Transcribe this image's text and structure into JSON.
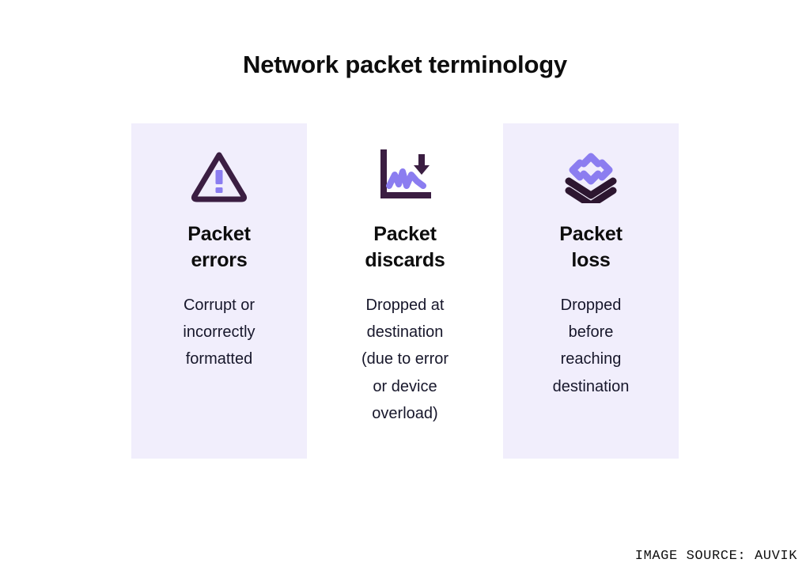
{
  "header": {
    "title": "Network packet terminology"
  },
  "colors": {
    "page_background": "#ffffff",
    "card_background": "#f1eefc",
    "icon_dark": "#3b1e42",
    "icon_accent": "#8b7df0",
    "heading_text": "#0d0d0d",
    "body_text": "#17172b",
    "footer_text": "#111111"
  },
  "cards": [
    {
      "icon": "warning-triangle-icon",
      "shaded": true,
      "heading": "Packet\nerrors",
      "body": "Corrupt or\nincorrectly\nformatted"
    },
    {
      "icon": "declining-chart-down-arrow-icon",
      "shaded": false,
      "heading": "Packet\ndiscards",
      "body": "Dropped at\ndestination\n(due to error\nor device\noverload)"
    },
    {
      "icon": "stacked-layers-icon",
      "shaded": true,
      "heading": "Packet\nloss",
      "body": "Dropped\nbefore\nreaching\ndestination"
    }
  ],
  "footer": {
    "image_source": "IMAGE SOURCE: AUVIK"
  }
}
